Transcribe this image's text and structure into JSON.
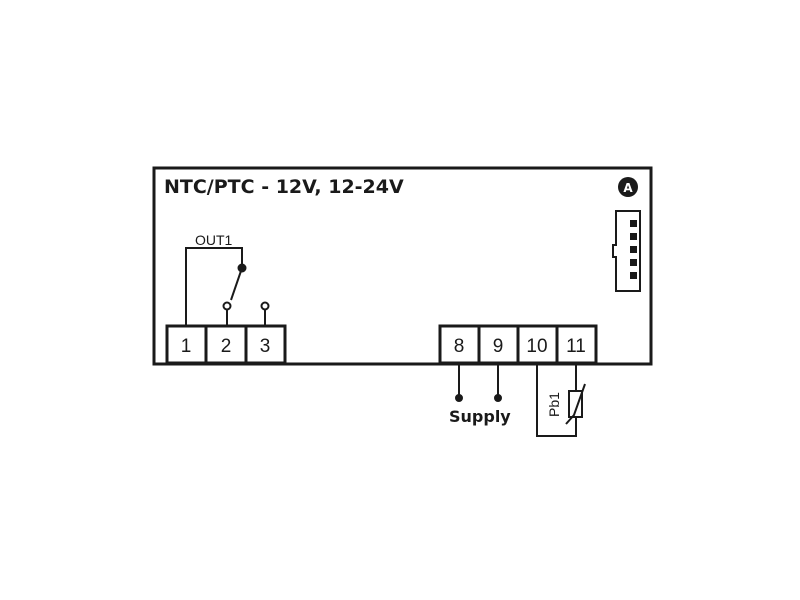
{
  "diagram": {
    "title": "NTC/PTC - 12V, 12-24V",
    "badge": "A",
    "relay_label": "OUT1",
    "terminals_left": [
      "1",
      "2",
      "3"
    ],
    "terminals_right": [
      "8",
      "9",
      "10",
      "11"
    ],
    "supply_label": "Supply",
    "probe_label": "Pb1",
    "connector_icon": "connector-icon",
    "thermistor_icon": "thermistor-icon",
    "line_color": "#1a1a1a"
  }
}
